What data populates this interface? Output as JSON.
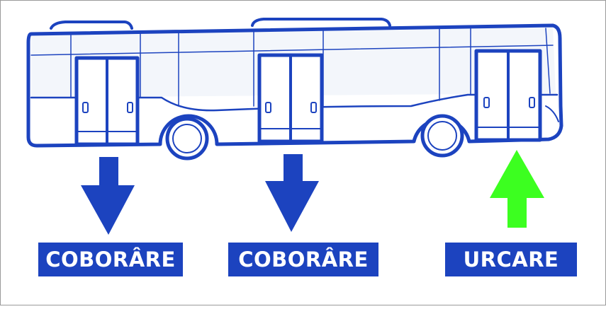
{
  "colors": {
    "outline": "#1c43bf",
    "down_arrow": "#1c43bf",
    "up_arrow": "#3cff20",
    "label_bg": "#1c43bf",
    "label_text": "#ffffff",
    "window_tint": "#f3f6fb"
  },
  "icons": {
    "vehicle": "bus-outline-icon",
    "exit": "arrow-down-icon",
    "entry": "arrow-up-icon"
  },
  "labels": {
    "rear_door": "COBORÂRE",
    "middle_door": "COBORÂRE",
    "front_door": "URCARE"
  }
}
